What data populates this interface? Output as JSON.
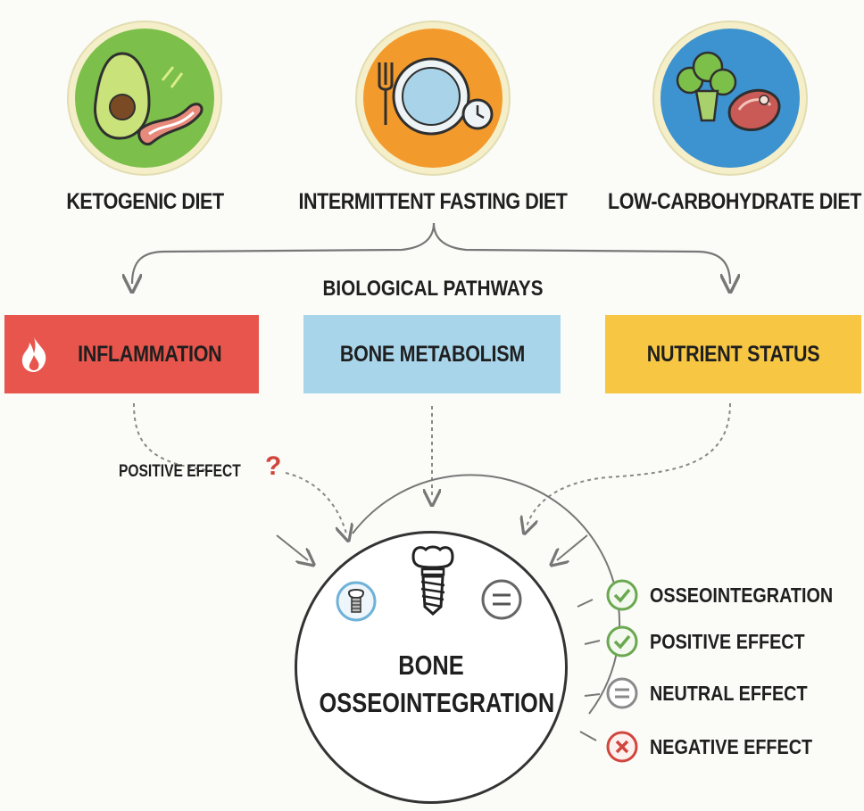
{
  "diets": [
    {
      "label": "KETOGENIC DIET",
      "icon": "avocado-bacon-icon",
      "color": "#7cbf4a"
    },
    {
      "label": "INTERMITTENT FASTING DIET",
      "icon": "plate-fork-clock-icon",
      "color": "#f39a2d"
    },
    {
      "label": "LOW-CARBOHYDRATE DIET",
      "icon": "broccoli-steak-icon",
      "color": "#3d92d0"
    }
  ],
  "pathways": {
    "title": "BIOLOGICAL PATHWAYS",
    "items": [
      {
        "label": "INFLAMMATION",
        "icon": "flame-icon",
        "color": "#e8554c"
      },
      {
        "label": "BONE METABOLISM",
        "color": "#a8d5ea"
      },
      {
        "label": "NUTRIENT STATUS",
        "color": "#f7c744"
      }
    ]
  },
  "annotation": {
    "label": "POSITIVE EFFECT",
    "mark": "?"
  },
  "outcome": {
    "line1": "BONE",
    "line2": "OSSEOINTEGRATION"
  },
  "legend": [
    {
      "label": "OSSEOINTEGRATION",
      "icon": "check-icon",
      "color": "#6aa84f"
    },
    {
      "label": "POSITIVE EFFECT",
      "icon": "check-icon",
      "color": "#6aa84f"
    },
    {
      "label": "NEUTRAL EFFECT",
      "icon": "equals-icon",
      "color": "#8a8a8a"
    },
    {
      "label": "NEGATIVE EFFECT",
      "icon": "cross-icon",
      "color": "#d0463c"
    }
  ]
}
